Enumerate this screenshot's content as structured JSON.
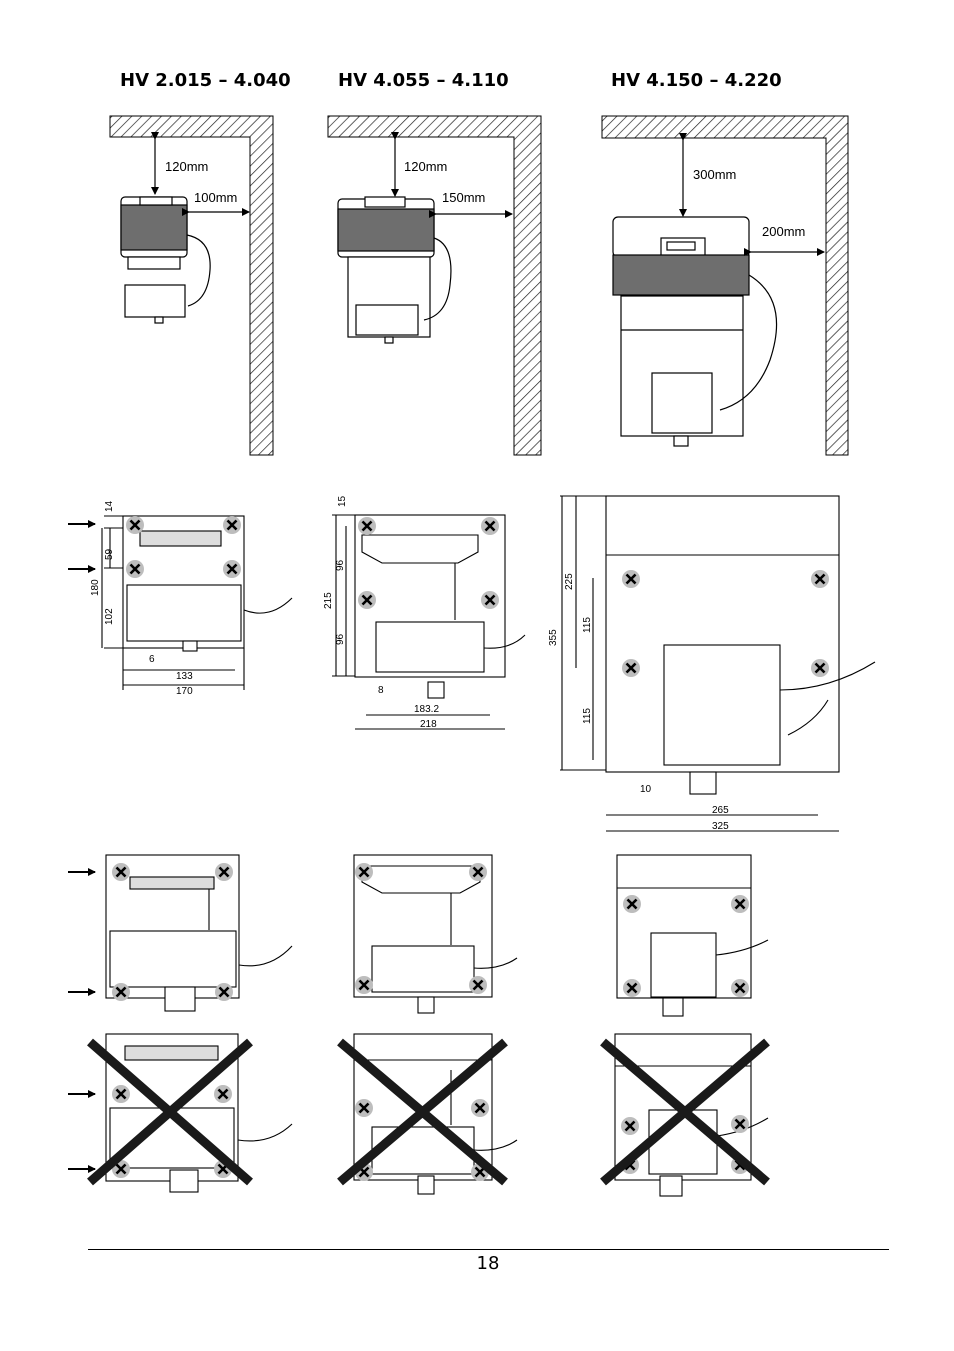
{
  "titles": {
    "col1": "HV 2.015 – 4.040",
    "col2": "HV 4.055 – 4.110",
    "col3": "HV 4.150 – 4.220"
  },
  "clearances": {
    "col1_top": "120mm",
    "col1_side": "100mm",
    "col2_top": "120mm",
    "col2_side": "150mm",
    "col3_top": "300mm",
    "col3_side": "200mm"
  },
  "dims1": {
    "d14": "14",
    "d59": "59",
    "d180": "180",
    "d102": "102",
    "d6": "6",
    "d133": "133",
    "d170": "170"
  },
  "dims2": {
    "d15": "15",
    "d96a": "96",
    "d215": "215",
    "d96b": "96",
    "d8": "8",
    "d183": "183.2",
    "d218": "218"
  },
  "dims3": {
    "d225": "225",
    "d115a": "115",
    "d355": "355",
    "d115b": "115",
    "d10": "10",
    "d265": "265",
    "d325": "325"
  },
  "footer": {
    "page_number": "18"
  }
}
